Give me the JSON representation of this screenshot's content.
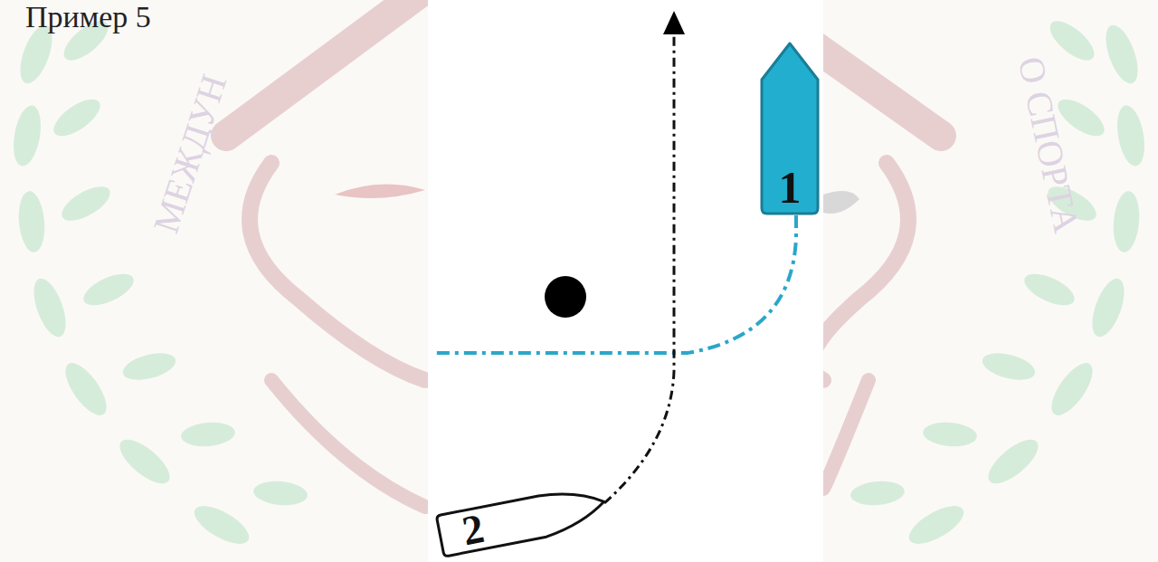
{
  "diagram": {
    "nodes": [
      {
        "text": [
          "1"
        ]
      },
      {
        "text": [
          "2"
        ]
      }
    ],
    "labels": [
      "Пример 5",
      "МЕЖДУН",
      "О СПОРТА"
    ]
  }
}
